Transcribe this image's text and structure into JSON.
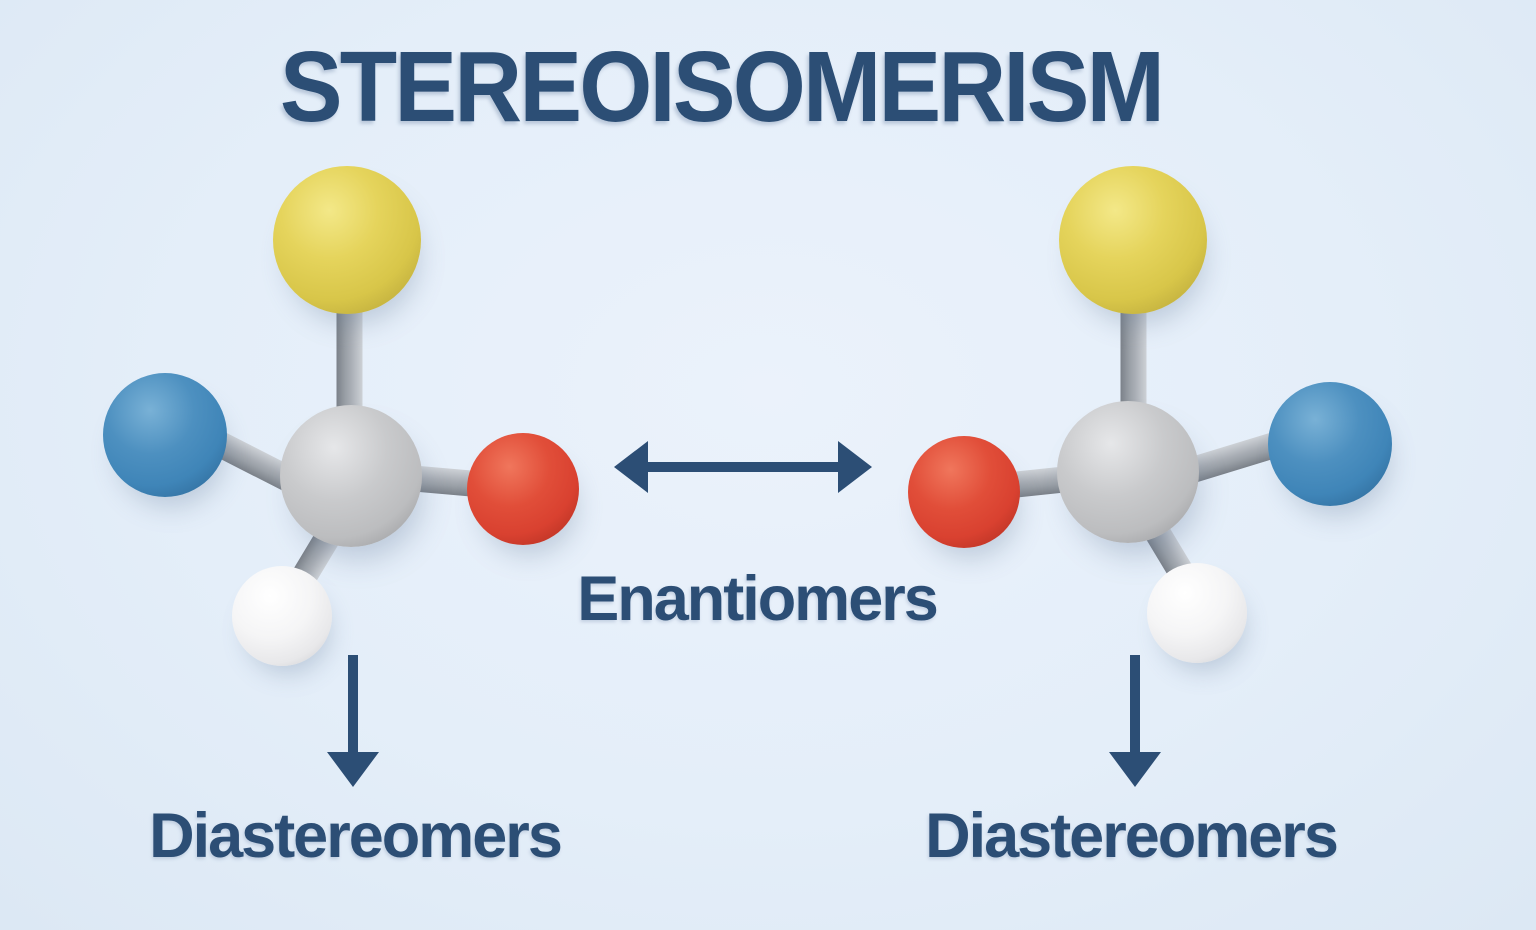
{
  "title": "STEREOISOMERISM",
  "relationship_labels": {
    "enantiomers": "Enantiomers",
    "diastereomers_left": "Diastereomers",
    "diastereomers_right": "Diastereomers"
  },
  "colors": {
    "background": "#e4eef9",
    "text": "#2c4e75",
    "arrow": "#2c4e75",
    "atom_yellow": "#d8c649",
    "atom_blue": "#3f85b8",
    "atom_red": "#d94130",
    "atom_gray_center": "#bcbdbf",
    "atom_white": "#f5f5f6",
    "bond_gray": "#9aa0a7"
  },
  "molecules": {
    "left": {
      "kind": "ball-and-stick model",
      "atoms": [
        {
          "color_name": "yellow",
          "position": "top"
        },
        {
          "color_name": "blue",
          "position": "upper-left"
        },
        {
          "color_name": "gray",
          "position": "center"
        },
        {
          "color_name": "red",
          "position": "right"
        },
        {
          "color_name": "white",
          "position": "bottom"
        }
      ]
    },
    "right": {
      "kind": "ball-and-stick model (mirror image)",
      "atoms": [
        {
          "color_name": "yellow",
          "position": "top"
        },
        {
          "color_name": "blue",
          "position": "upper-right"
        },
        {
          "color_name": "gray",
          "position": "center"
        },
        {
          "color_name": "red",
          "position": "left"
        },
        {
          "color_name": "white",
          "position": "bottom"
        }
      ]
    }
  }
}
